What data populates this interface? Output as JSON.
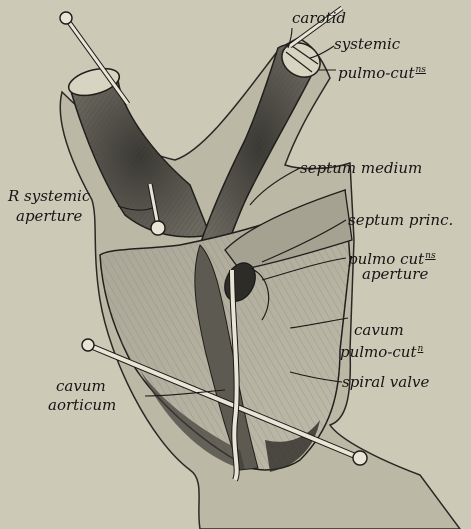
{
  "figure": {
    "labels": {
      "carotid": "carotid",
      "systemic": "systemic",
      "pulmo_cut_base": "pulmo-cut",
      "pulmo_cut_sup": "ns",
      "septum_medium": "septum medium",
      "r_systemic_line1": "R systemic",
      "r_systemic_line2": "aperture",
      "septum_princ": "septum princ.",
      "pulmo_cut_aperture_base": "pulmo cut",
      "pulmo_cut_aperture_sup": "ns",
      "pulmo_cut_aperture_line2": "aperture",
      "cavum_line1": "cavum",
      "cavum_line2_base": "pulmo-cut",
      "cavum_line2_sup": "n",
      "spiral_valve": "spiral valve",
      "cavum_aorticum_line1": "cavum",
      "cavum_aorticum_line2": "aorticum"
    }
  }
}
